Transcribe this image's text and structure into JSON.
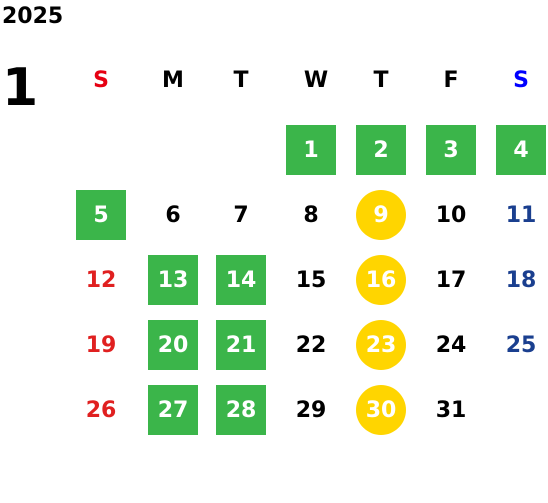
{
  "year": "2025",
  "month": "1",
  "weekdays": [
    {
      "label": "S",
      "color": "#e60012"
    },
    {
      "label": "M",
      "color": "#000000"
    },
    {
      "label": "T",
      "color": "#000000"
    },
    {
      "label": "W",
      "color": "#000000"
    },
    {
      "label": "T",
      "color": "#000000"
    },
    {
      "label": "F",
      "color": "#000000"
    },
    {
      "label": "S",
      "color": "#0000ff"
    }
  ],
  "colors": {
    "highlight_green": "#3bb54a",
    "highlight_yellow": "#ffd500",
    "sunday_text": "#e02020",
    "saturday_text": "#1a3f8f"
  },
  "weeks": [
    [
      null,
      null,
      null,
      {
        "d": "1",
        "style": "green"
      },
      {
        "d": "2",
        "style": "green"
      },
      {
        "d": "3",
        "style": "green"
      },
      {
        "d": "4",
        "style": "green"
      }
    ],
    [
      {
        "d": "5",
        "style": "green"
      },
      {
        "d": "6",
        "style": "plain"
      },
      {
        "d": "7",
        "style": "plain"
      },
      {
        "d": "8",
        "style": "plain"
      },
      {
        "d": "9",
        "style": "yellow"
      },
      {
        "d": "10",
        "style": "plain"
      },
      {
        "d": "11",
        "style": "plain"
      }
    ],
    [
      {
        "d": "12",
        "style": "plain"
      },
      {
        "d": "13",
        "style": "green"
      },
      {
        "d": "14",
        "style": "green"
      },
      {
        "d": "15",
        "style": "plain"
      },
      {
        "d": "16",
        "style": "yellow"
      },
      {
        "d": "17",
        "style": "plain"
      },
      {
        "d": "18",
        "style": "plain"
      }
    ],
    [
      {
        "d": "19",
        "style": "plain"
      },
      {
        "d": "20",
        "style": "green"
      },
      {
        "d": "21",
        "style": "green"
      },
      {
        "d": "22",
        "style": "plain"
      },
      {
        "d": "23",
        "style": "yellow"
      },
      {
        "d": "24",
        "style": "plain"
      },
      {
        "d": "25",
        "style": "plain"
      }
    ],
    [
      {
        "d": "26",
        "style": "plain"
      },
      {
        "d": "27",
        "style": "green"
      },
      {
        "d": "28",
        "style": "green"
      },
      {
        "d": "29",
        "style": "plain"
      },
      {
        "d": "30",
        "style": "yellow"
      },
      {
        "d": "31",
        "style": "plain"
      },
      null
    ]
  ]
}
